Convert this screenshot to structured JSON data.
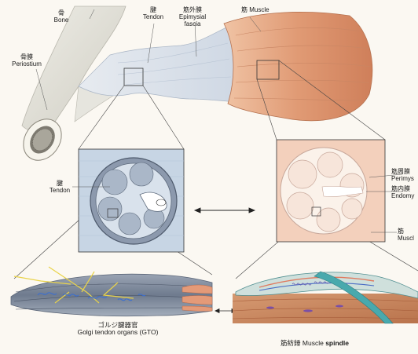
{
  "labels": {
    "bone": {
      "jp": "骨",
      "en": "Bone"
    },
    "tendon_top": {
      "jp": "腱",
      "en": "Tendon"
    },
    "epimysial": {
      "jp": "筋外膜",
      "en1": "Epimysial",
      "en2": "fascia"
    },
    "muscle_top": {
      "jp": "筋",
      "en": "Muscle"
    },
    "periostium": {
      "jp": "骨膜",
      "en": "Periostium"
    },
    "tendon_mid": {
      "jp": "腱",
      "en": "Tendon"
    },
    "perimysium": {
      "jp": "筋周膜",
      "en": "Perimys"
    },
    "endomysium": {
      "jp": "筋内膜",
      "en": "Endomy"
    },
    "muscle_right": {
      "jp": "筋",
      "en": "Muscl"
    },
    "gto": {
      "jp": "ゴルジ腱器官",
      "en": "Golgi tendon organs (GTO)"
    },
    "spindle": {
      "jp": "筋紡錘",
      "en_regular": "Muscle",
      "en_bold": "spindle"
    }
  },
  "colors": {
    "bone": "#e3e2da",
    "tendon": "#dde3ec",
    "muscle": "#e4a47e",
    "panel_tendon_bg": "#c5d4e4",
    "panel_muscle_bg": "#f4d3c0",
    "nerve": "#e7d24a",
    "gto_blue": "#3b6fd0",
    "spindle_teal": "#49a9ad"
  }
}
